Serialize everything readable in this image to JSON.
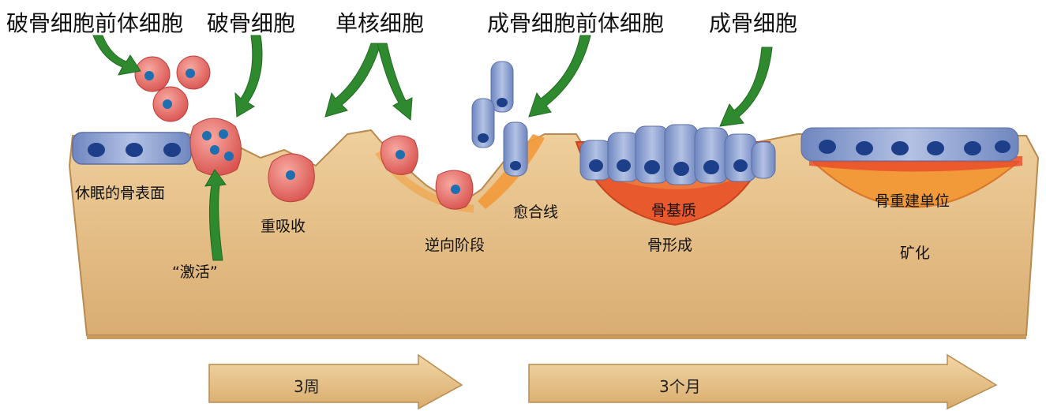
{
  "headers": {
    "osteoclast_precursor": "破骨细胞前体细胞",
    "osteoclast": "破骨细胞",
    "monocyte": "单核细胞",
    "osteoblast_precursor": "成骨细胞前体细胞",
    "osteoblast": "成骨细胞"
  },
  "labels": {
    "resting_surface": "休眠的骨表面",
    "activation": "“激活”",
    "resorption": "重吸收",
    "reversal": "逆向阶段",
    "cement_line": "愈合线",
    "osteoid": "骨基质",
    "formation": "骨形成",
    "remodeling_unit": "骨重建单位",
    "mineralization": "矿化"
  },
  "timeline": {
    "short": "3周",
    "long": "3个月"
  },
  "colors": {
    "bone": "#e6c08a",
    "bone_dark": "#c79a5e",
    "osteoclast": "#e86a6a",
    "nucleus": "#1d6fb0",
    "osteoblast": "#8fa3cf",
    "osteoid": "#e85a2e",
    "unit": "#f29a3a",
    "arrow_green": "#2f8a2f"
  }
}
